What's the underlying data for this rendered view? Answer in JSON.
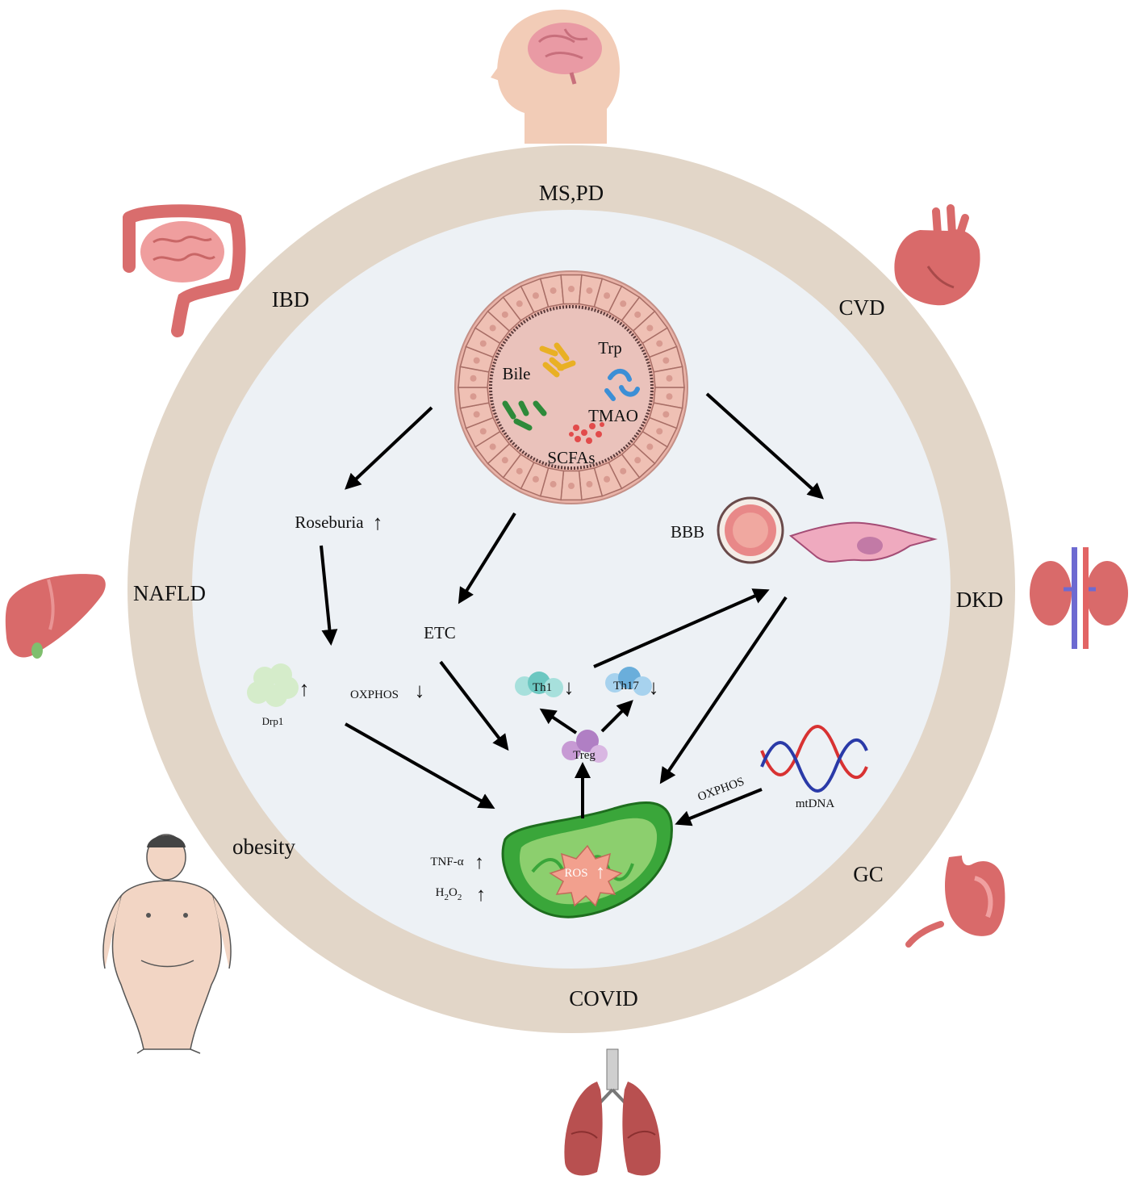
{
  "ring_labels": {
    "top": "MS,PD",
    "top_right": "CVD",
    "right": "DKD",
    "bottom_right": "GC",
    "bottom": "COVID",
    "bottom_left": "obesity",
    "left": "NAFLD",
    "top_left": "IBD"
  },
  "gut_labels": {
    "bile": "Bile",
    "trp": "Trp",
    "tmao": "TMAO",
    "scfas": "SCFAs"
  },
  "nodes": {
    "roseburia": "Roseburia",
    "etc": "ETC",
    "bbb": "BBB",
    "drp1": "Drp1",
    "oxphos_left": "OXPHOS",
    "th1": "Th1",
    "th17": "Th17",
    "treg": "Treg",
    "oxphos_right": "OXPHOS",
    "mtdna": "mtDNA",
    "tnf": "TNF-α",
    "h2o2_h": "H",
    "h2o2_sub1": "2",
    "h2o2_o": "O",
    "h2o2_sub2": "2",
    "ros": "ROS"
  },
  "indicators": {
    "up": "↑",
    "down": "↓"
  },
  "colors": {
    "ring": "#e2d6c8",
    "inner": "#edf1f5",
    "gut_wall": "#e9b3a8",
    "gut_lumen": "#eac2bb",
    "mito_outer": "#3aa63a",
    "mito_inner": "#8ccf6e",
    "ros": "#f2a08e",
    "organ": "#d86a6a",
    "skin": "#f2d5c4"
  }
}
